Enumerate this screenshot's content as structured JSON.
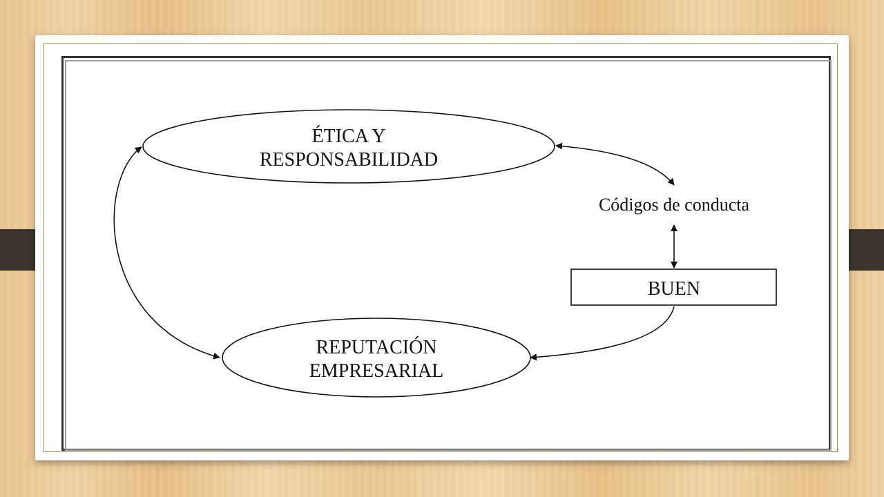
{
  "diagram": {
    "nodes": {
      "etica": {
        "lines": [
          "ÉTICA Y",
          "RESPONSABILIDAD"
        ]
      },
      "reputacion": {
        "lines": [
          "REPUTACIÓN",
          "EMPRESARIAL"
        ]
      },
      "codigos": {
        "label": "Códigos de conducta"
      },
      "buen": {
        "label": "BUEN"
      }
    },
    "edges": [
      {
        "from": "etica",
        "to": "codigos",
        "direction": "both"
      },
      {
        "from": "codigos",
        "to": "buen",
        "direction": "both"
      },
      {
        "from": "buen",
        "to": "reputacion",
        "direction": "forward"
      },
      {
        "from": "etica",
        "to": "reputacion",
        "direction": "both"
      }
    ]
  }
}
